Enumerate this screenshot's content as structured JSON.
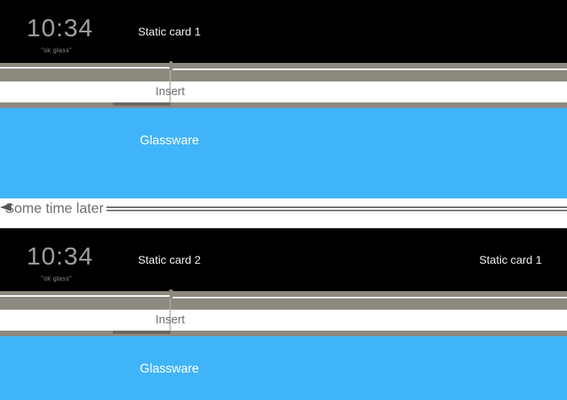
{
  "colors": {
    "card_black": "#000000",
    "rail_gray": "#8d897f",
    "rail_dark_segment": "#6b6760",
    "glassware_blue": "#40b4f8",
    "card_label_white": "#f2f2f2",
    "clock_gray": "#9e9e9e",
    "muted_text_gray": "#6e6e6e"
  },
  "sections": [
    {
      "home_card": {
        "time": "10:34",
        "hint": "\"ok glass\""
      },
      "timeline_cards": [
        {
          "label": "Static card 1"
        }
      ],
      "insert_label": "Insert",
      "glassware_card": {
        "label": "Glassware"
      }
    },
    {
      "home_card": {
        "time": "10:34",
        "hint": "\"ok glass\""
      },
      "timeline_cards": [
        {
          "label": "Static card 2"
        },
        {
          "label": "Static card 1"
        }
      ],
      "insert_label": "Insert",
      "glassware_card": {
        "label": "Glassware"
      }
    }
  ],
  "transition": {
    "label": "Some time later"
  }
}
